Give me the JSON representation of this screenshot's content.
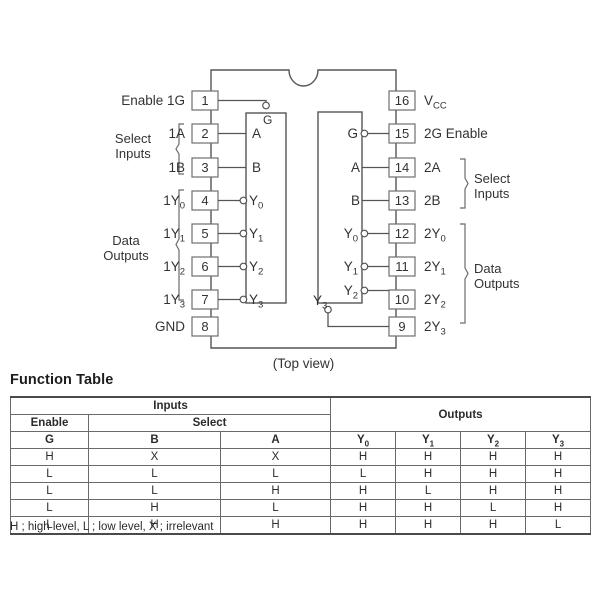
{
  "diagram": {
    "top_view_caption": "(Top view)",
    "left_pins": [
      {
        "num": "1",
        "label": "Enable 1G",
        "inner": "",
        "inner_sub": "",
        "bubble": false
      },
      {
        "num": "2",
        "label": "1A",
        "inner": "A",
        "inner_sub": "",
        "bubble": false
      },
      {
        "num": "3",
        "label": "1B",
        "inner": "B",
        "inner_sub": "",
        "bubble": false
      },
      {
        "num": "4",
        "label": "1Y",
        "label_sub": "0",
        "inner": "Y",
        "inner_sub": "0",
        "bubble": true
      },
      {
        "num": "5",
        "label": "1Y",
        "label_sub": "1",
        "inner": "Y",
        "inner_sub": "1",
        "bubble": true
      },
      {
        "num": "6",
        "label": "1Y",
        "label_sub": "2",
        "inner": "Y",
        "inner_sub": "2",
        "bubble": true
      },
      {
        "num": "7",
        "label": "1Y",
        "label_sub": "3",
        "inner": "Y",
        "inner_sub": "3",
        "bubble": true
      },
      {
        "num": "8",
        "label": "GND",
        "inner": "",
        "inner_sub": "",
        "bubble": false
      }
    ],
    "right_pins": [
      {
        "num": "16",
        "label": "V",
        "label_sub": "CC",
        "inner": "",
        "inner_sub": "",
        "bubble": false
      },
      {
        "num": "15",
        "label": "2G Enable",
        "inner": "G",
        "inner_sub": "",
        "bubble": true
      },
      {
        "num": "14",
        "label": "2A",
        "inner": "A",
        "inner_sub": "",
        "bubble": false
      },
      {
        "num": "13",
        "label": "2B",
        "inner": "B",
        "inner_sub": "",
        "bubble": false
      },
      {
        "num": "12",
        "label": "2Y",
        "label_sub": "0",
        "inner": "Y",
        "inner_sub": "0",
        "bubble": true
      },
      {
        "num": "11",
        "label": "2Y",
        "label_sub": "1",
        "inner": "Y",
        "inner_sub": "1",
        "bubble": true
      },
      {
        "num": "10",
        "label": "2Y",
        "label_sub": "2",
        "inner": "Y",
        "inner_sub": "2",
        "bubble": true
      },
      {
        "num": "9",
        "label": "2Y",
        "label_sub": "3",
        "inner": "Y",
        "inner_sub": "3",
        "bubble": true
      }
    ],
    "left_block_g_label": "G",
    "right_block_y3_label": "Y",
    "right_block_y3_sub": "3",
    "groups": {
      "left_select": "Select\nInputs",
      "left_data": "Data\nOutputs",
      "right_select": "Select\nInputs",
      "right_data": "Data\nOutputs"
    },
    "colors": {
      "line": "#555555",
      "text": "#333333"
    }
  },
  "function_table": {
    "title": "Function Table",
    "group_headers": {
      "inputs": "Inputs",
      "outputs": "Outputs"
    },
    "sub_headers": {
      "enable": "Enable",
      "select": "Select"
    },
    "columns": [
      "G",
      "B",
      "A",
      "Y0",
      "Y1",
      "Y2",
      "Y3"
    ],
    "column_labels": [
      {
        "base": "G",
        "sub": ""
      },
      {
        "base": "B",
        "sub": ""
      },
      {
        "base": "A",
        "sub": ""
      },
      {
        "base": "Y",
        "sub": "0"
      },
      {
        "base": "Y",
        "sub": "1"
      },
      {
        "base": "Y",
        "sub": "2"
      },
      {
        "base": "Y",
        "sub": "3"
      }
    ],
    "rows": [
      [
        "H",
        "X",
        "X",
        "H",
        "H",
        "H",
        "H"
      ],
      [
        "L",
        "L",
        "L",
        "L",
        "H",
        "H",
        "H"
      ],
      [
        "L",
        "L",
        "H",
        "H",
        "L",
        "H",
        "H"
      ],
      [
        "L",
        "H",
        "L",
        "H",
        "H",
        "L",
        "H"
      ],
      [
        "L",
        "H",
        "H",
        "H",
        "H",
        "H",
        "L"
      ]
    ],
    "footnote": "H ; high level, L ; low level, X ; irrelevant"
  }
}
